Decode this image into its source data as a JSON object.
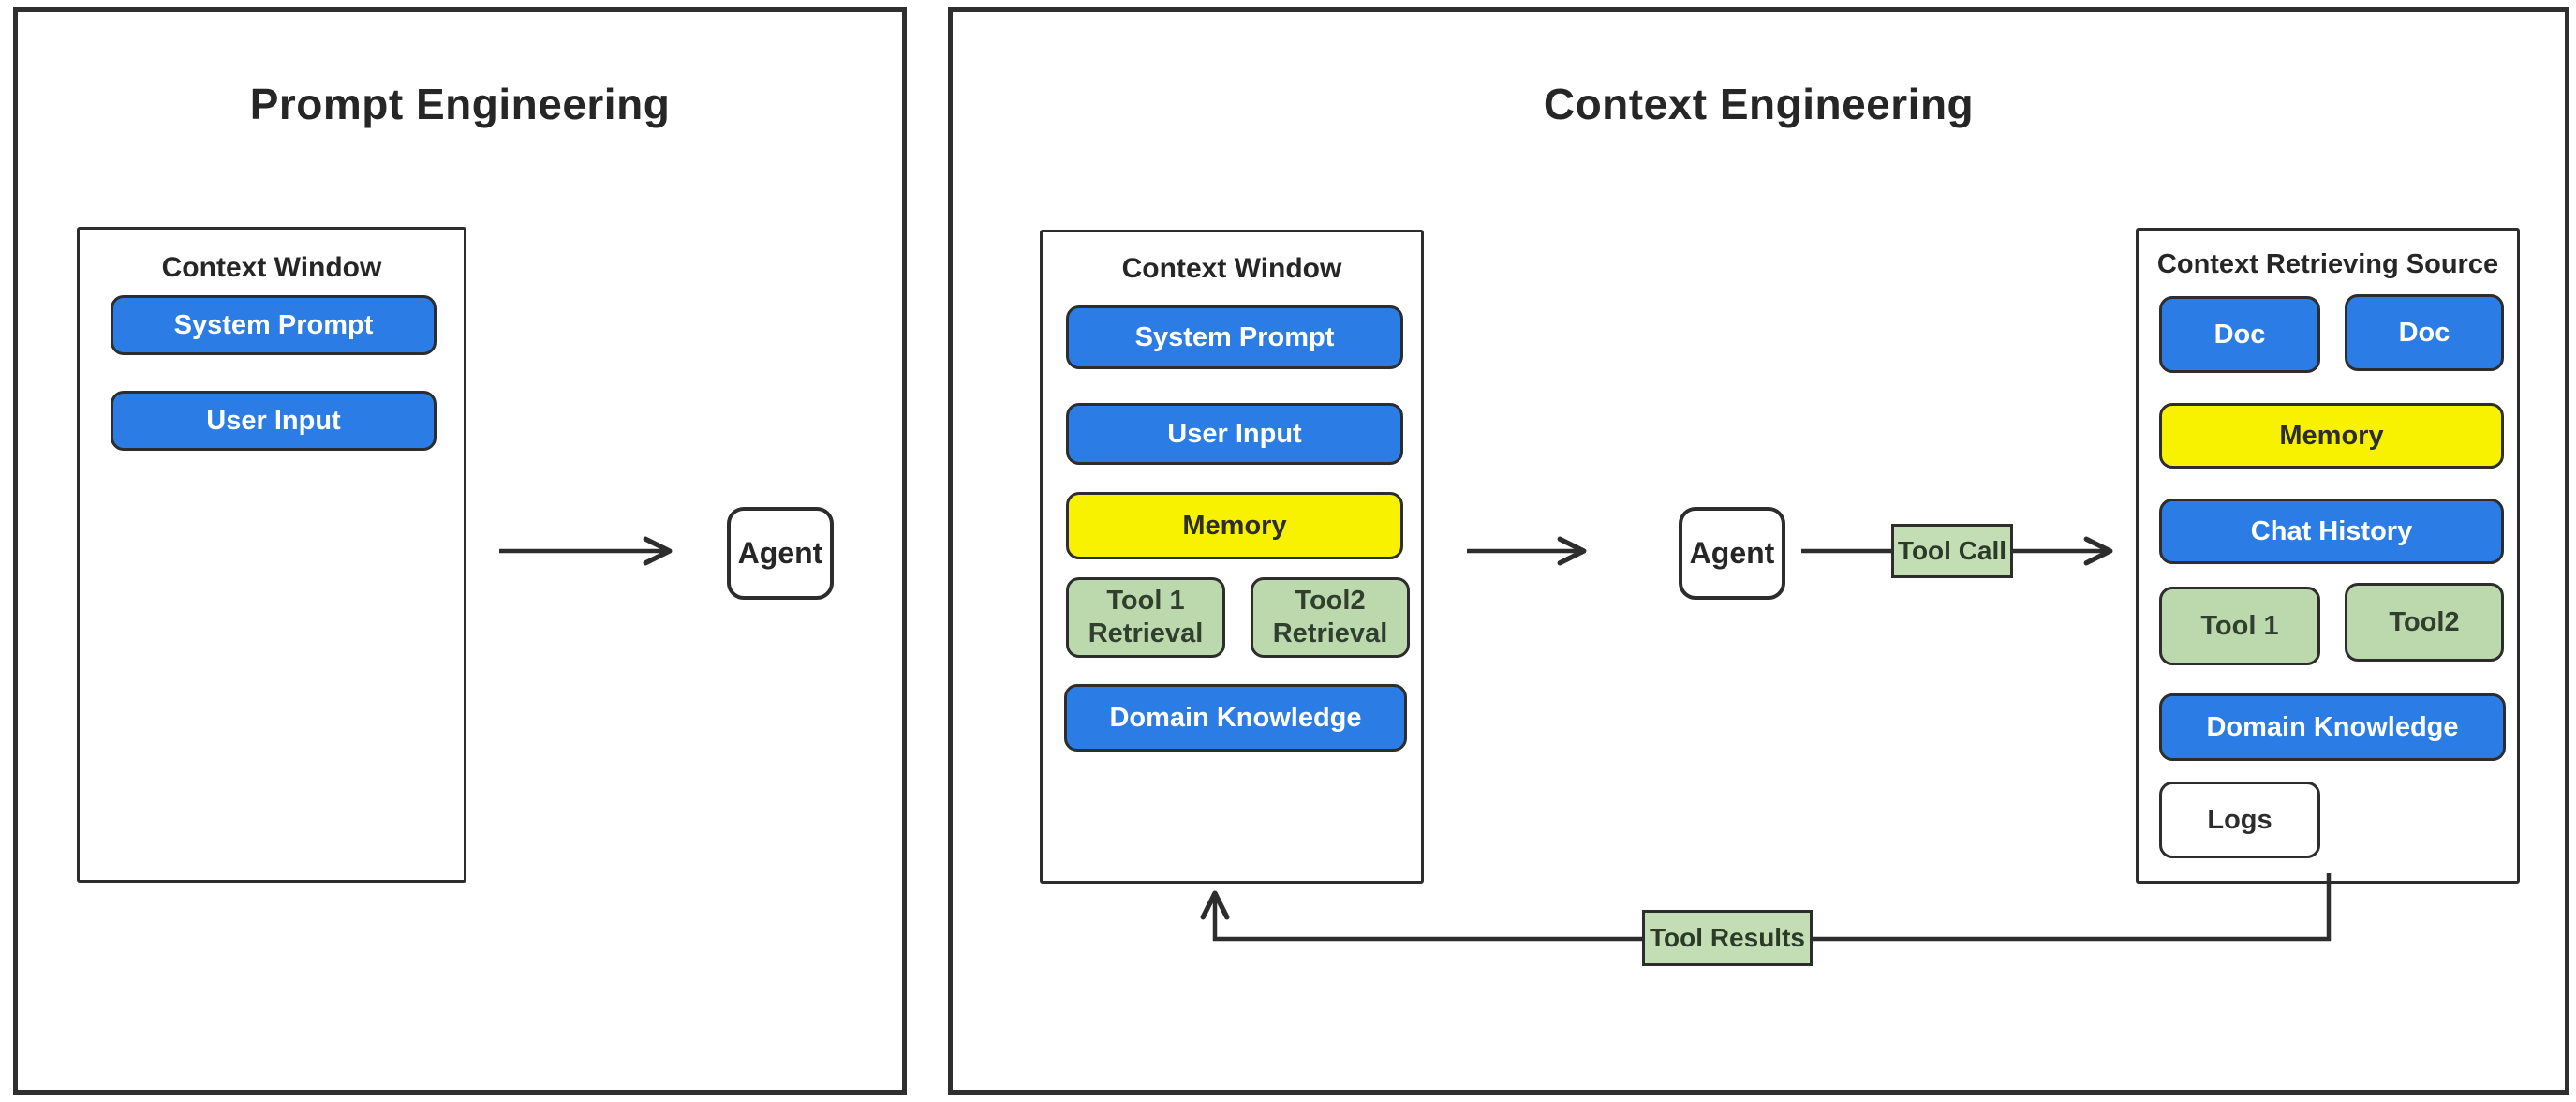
{
  "colors": {
    "chip_blue": "#2b7ce4",
    "chip_yellow": "#f8f200",
    "chip_green": "#bcd9ae",
    "tag_green": "#c3deb5",
    "outline": "#2d2d2d",
    "background": "#ffffff"
  },
  "left_panel": {
    "title": "Prompt Engineering",
    "context_window": {
      "label": "Context Window",
      "items": [
        {
          "label": "System Prompt",
          "color": "blue"
        },
        {
          "label": "User Input",
          "color": "blue"
        }
      ]
    },
    "agent_label": "Agent"
  },
  "right_panel": {
    "title": "Context Engineering",
    "context_window": {
      "label": "Context Window",
      "items": [
        {
          "label": "System Prompt",
          "color": "blue"
        },
        {
          "label": "User Input",
          "color": "blue"
        },
        {
          "label": "Memory",
          "color": "yellow"
        },
        {
          "label": "Tool 1\nRetrieval",
          "color": "green"
        },
        {
          "label": "Tool2\nRetrieval",
          "color": "green"
        },
        {
          "label": "Domain Knowledge",
          "color": "blue"
        }
      ]
    },
    "agent_label": "Agent",
    "tool_call_label": "Tool Call",
    "tool_results_label": "Tool Results",
    "context_retrieving_source": {
      "label": "Context Retrieving Source",
      "items": [
        {
          "label": "Doc",
          "color": "blue"
        },
        {
          "label": "Doc",
          "color": "blue"
        },
        {
          "label": "Memory",
          "color": "yellow"
        },
        {
          "label": "Chat History",
          "color": "blue"
        },
        {
          "label": "Tool 1",
          "color": "green"
        },
        {
          "label": "Tool2",
          "color": "green"
        },
        {
          "label": "Domain Knowledge",
          "color": "blue"
        },
        {
          "label": "Logs",
          "color": "plain"
        }
      ]
    }
  }
}
